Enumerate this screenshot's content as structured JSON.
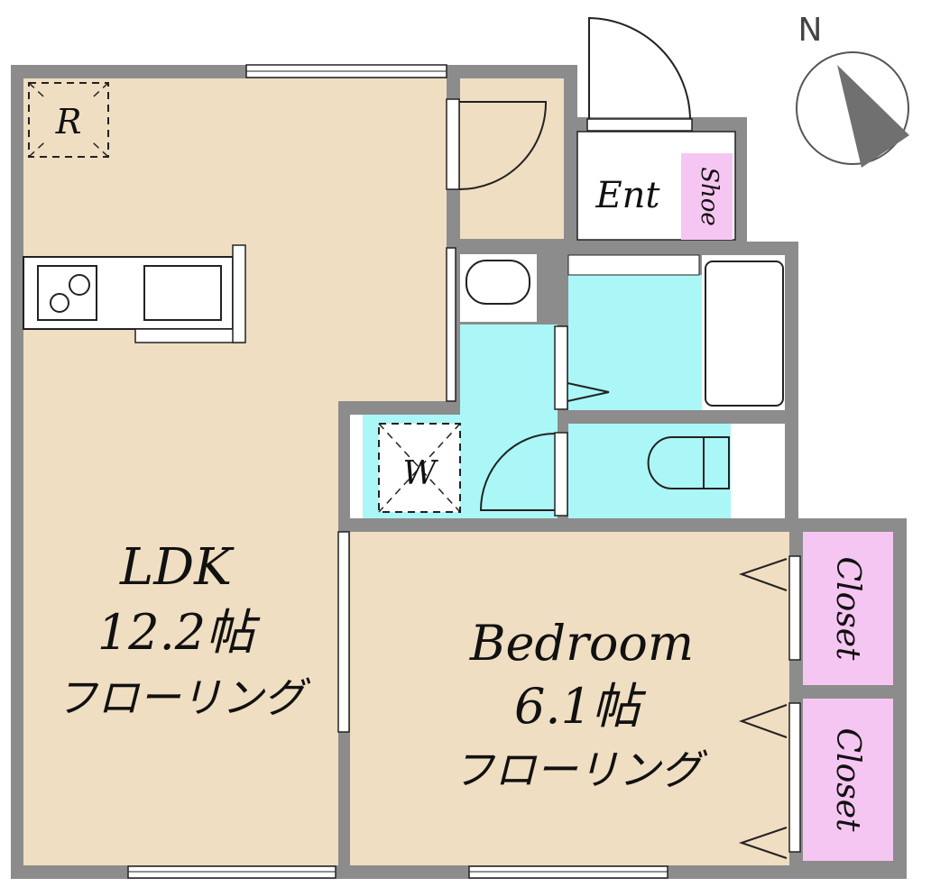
{
  "compass": {
    "label": "N"
  },
  "colors": {
    "wall": "#8c8c8c",
    "floor": "#efdec2",
    "wet_area": "#abf7f7",
    "storage": "#f6c6f2"
  },
  "rooms": {
    "ldk": {
      "name": "LDK",
      "size": "12.2帖",
      "floor": "フローリング"
    },
    "bedroom": {
      "name": "Bedroom",
      "size": "6.1帖",
      "floor": "フローリング"
    },
    "entrance": {
      "name": "Ent"
    },
    "shoe": {
      "name": "Shoe"
    },
    "closet1": {
      "name": "Closet"
    },
    "closet2": {
      "name": "Closet"
    },
    "fridge": {
      "name": "R"
    },
    "washer": {
      "name": "W"
    }
  }
}
